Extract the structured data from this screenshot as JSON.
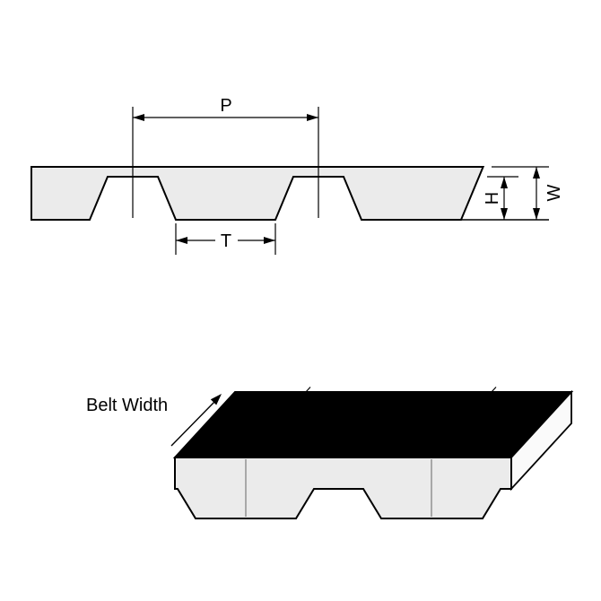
{
  "diagram": {
    "background_color": "#ffffff",
    "line_color": "#000000",
    "belt_fill_color": "#ebebeb",
    "top_face_color": "#000000",
    "end_face_color": "#fafafa",
    "dimension_labels": {
      "pitch": "P",
      "tooth_width": "T",
      "tooth_height": "H",
      "belt_thickness": "W"
    },
    "annotations": {
      "belt_width": "Belt Width"
    }
  }
}
